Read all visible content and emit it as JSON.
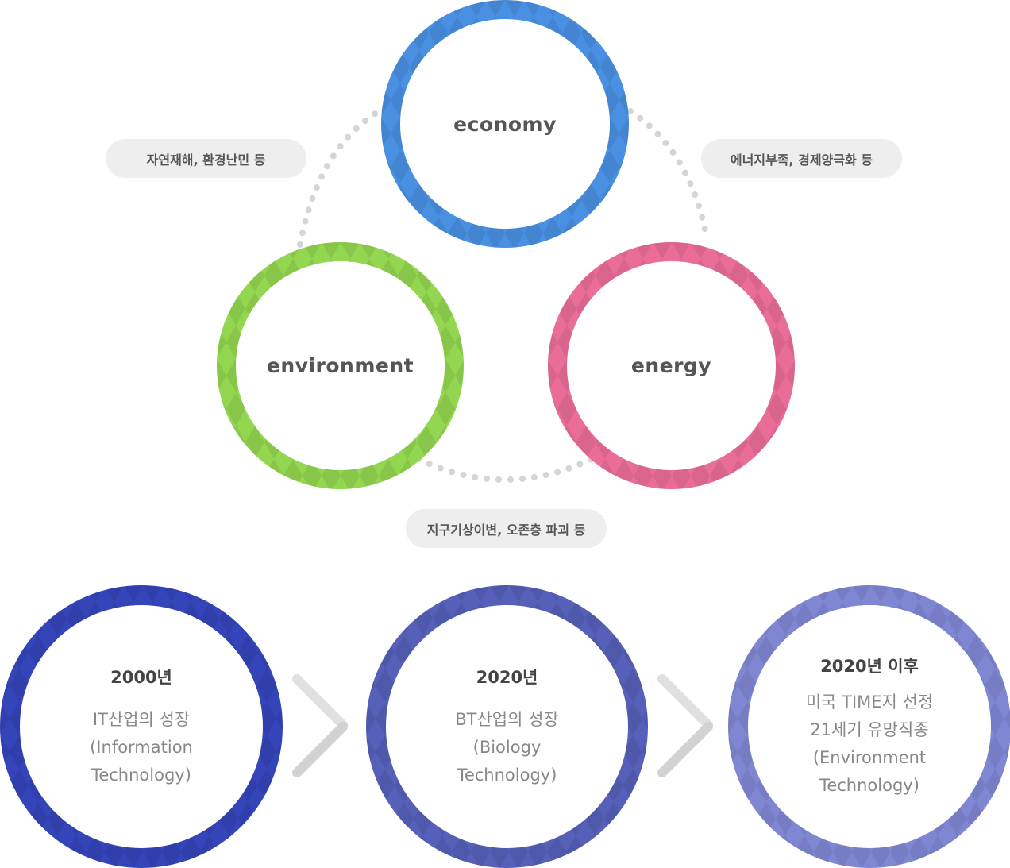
{
  "top_cycle": {
    "circles": [
      {
        "id": "economy",
        "label": "economy",
        "color": "#4a90e2"
      },
      {
        "id": "environment",
        "label": "environment",
        "color": "#93d64f"
      },
      {
        "id": "energy",
        "label": "energy",
        "color": "#ea6d97"
      }
    ],
    "tags": {
      "environment_economy": "자연재해, 환경난민 등",
      "economy_energy": "에너지부족, 경제양극화 등",
      "environment_energy": "지구기상이변, 오존층 파괴 등"
    },
    "connector_color": "#d5d5d5"
  },
  "timeline": {
    "stages": [
      {
        "year": "2000년",
        "lines": [
          "IT산업의 성장",
          "(Information",
          "Technology)"
        ],
        "color": "#3444b9"
      },
      {
        "year": "2020년",
        "lines": [
          "BT산업의 성장",
          "(Biology",
          "Technology)"
        ],
        "color": "#5660b8"
      },
      {
        "year": "2020년 이후",
        "lines": [
          "미국 TIME지 선정",
          "21세기 유망직종",
          "(Environment",
          "Technology)"
        ],
        "color": "#7f87d3"
      }
    ],
    "arrow_icon": "chevron-right-icon"
  }
}
